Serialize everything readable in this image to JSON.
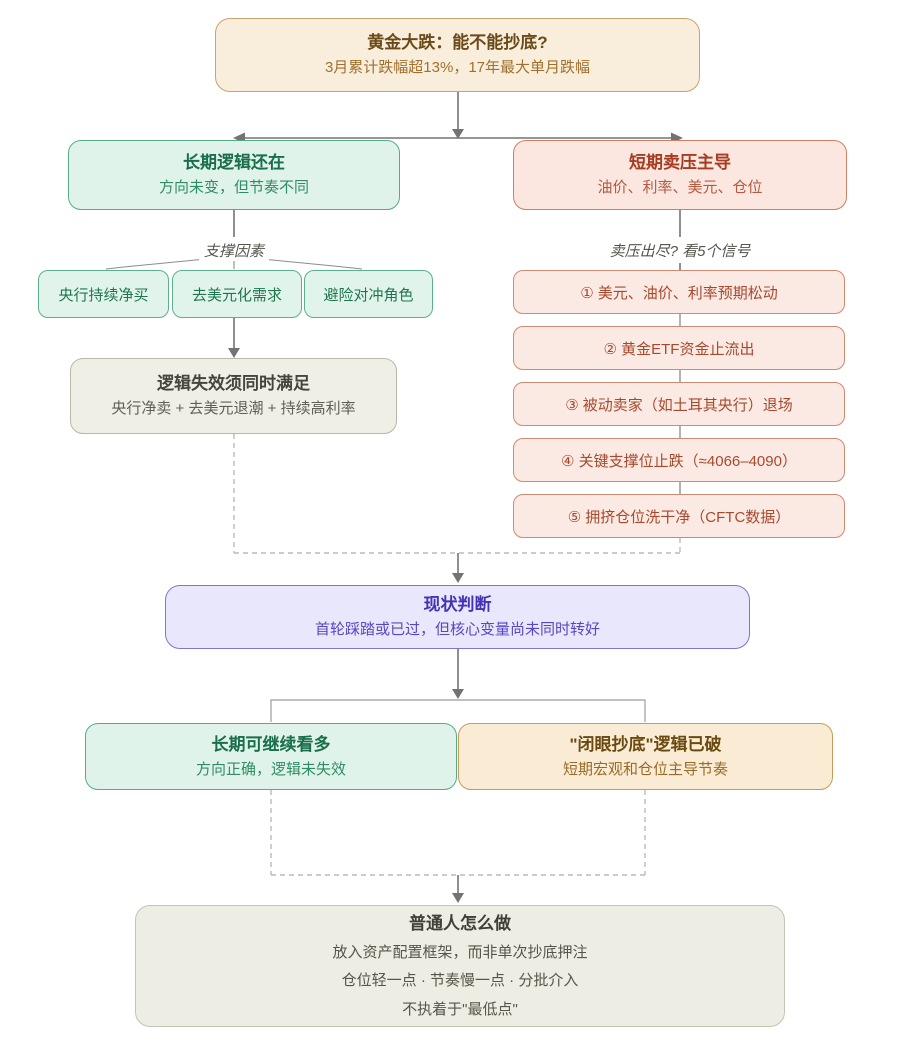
{
  "root": {
    "title": "黄金大跌：能不能抄底?",
    "subtitle": "3月累计跌幅超13%，17年最大单月跌幅"
  },
  "left": {
    "header": {
      "title": "长期逻辑还在",
      "subtitle": "方向未变，但节奏不同"
    },
    "branch_label": "支撑因素",
    "supports": [
      "央行持续净买",
      "去美元化需求",
      "避险对冲角色"
    ],
    "invalidation": {
      "title": "逻辑失效须同时满足",
      "subtitle": "央行净卖 + 去美元退潮 + 持续高利率"
    }
  },
  "right": {
    "header": {
      "title": "短期卖压主导",
      "subtitle": "油价、利率、美元、仓位"
    },
    "branch_label": "卖压出尽? 看5个信号",
    "signals": [
      "① 美元、油价、利率预期松动",
      "② 黄金ETF资金止流出",
      "③ 被动卖家（如土耳其央行）退场",
      "④ 关键支撑位止跌（≈4066–4090）",
      "⑤ 拥挤仓位洗干净（CFTC数据）"
    ]
  },
  "status": {
    "title": "现状判断",
    "subtitle": "首轮踩踏或已过，但核心变量尚未同时转好"
  },
  "conclusions": {
    "long_term": {
      "title": "长期可继续看多",
      "subtitle": "方向正确，逻辑未失效"
    },
    "broken": {
      "title": "\"闭眼抄底\"逻辑已破",
      "subtitle": "短期宏观和仓位主导节奏"
    }
  },
  "action": {
    "title": "普通人怎么做",
    "lines": [
      "放入资产配置框架，而非单次抄底押注",
      "仓位轻一点 · 节奏慢一点 · 分批介入",
      "不执着于\"最低点\""
    ]
  },
  "colors": {
    "root_bg": "#f8eedb",
    "root_border": "#c9a36b",
    "green_bg": "#dff3ea",
    "green_border": "#55ad87",
    "green_text": "#1a6e4b",
    "red_bg": "#fbe7e0",
    "red_border": "#cf7f66",
    "red_text": "#a63d22",
    "gray_bg": "#f0efe6",
    "gray_border": "#b8b7a8",
    "purple_bg": "#e9e7fb",
    "purple_border": "#7f74d2",
    "purple_text": "#4334b5",
    "tan_bg": "#faecd4",
    "tan_border": "#c99a58",
    "connector": "#737373",
    "dashed_connector": "#bbbbbb"
  }
}
